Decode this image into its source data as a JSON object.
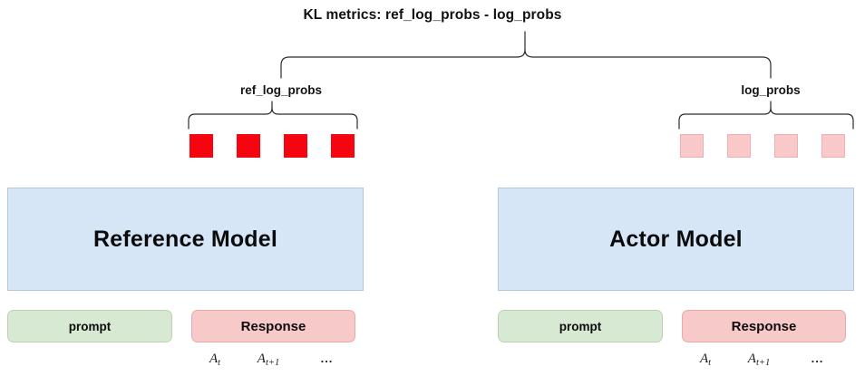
{
  "title": "KL metrics: ref_log_probs - log_probs",
  "branches": {
    "left_label": "ref_log_probs",
    "right_label": "log_probs"
  },
  "tokens": {
    "ref_count": 4,
    "actor_count": 4,
    "ref_color": "#f50510",
    "actor_color": "#f9c9c9",
    "actor_border_color": "#eeb0b0"
  },
  "models": {
    "left": {
      "label": "Reference Model",
      "fill": "#d6e6f7",
      "border": "#b4c6d8"
    },
    "right": {
      "label": "Actor Model",
      "fill": "#d6e6f7",
      "border": "#b4c6d8"
    }
  },
  "inputs": {
    "left": {
      "prompt_label": "prompt",
      "response_label": "Response",
      "prompt_fill": "#d8e9d3",
      "response_fill": "#f8c9c9"
    },
    "right": {
      "prompt_label": "prompt",
      "response_label": "Response",
      "prompt_fill": "#d8e9d3",
      "response_fill": "#f8c9c9"
    }
  },
  "actions": {
    "first_base": "A",
    "first_sub": "t",
    "second_base": "A",
    "second_sub": "t+1",
    "ellipsis": "..."
  }
}
